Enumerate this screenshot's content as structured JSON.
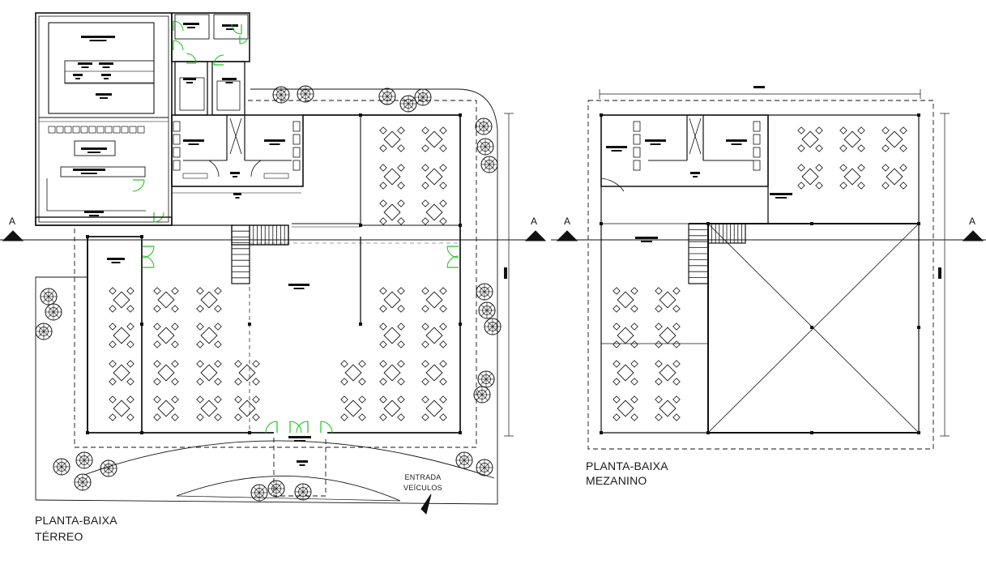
{
  "ground_floor": {
    "title_line1": "PLANTA-BAIXA",
    "title_line2": "TÉRREO",
    "entrance_line1": "ENTRADA",
    "entrance_line2": "VEÍCULOS"
  },
  "mezzanine": {
    "title_line1": "PLANTA-BAIXA",
    "title_line2": "MEZANINO"
  },
  "section_marks": {
    "a_left_1": "A",
    "a_right_1": "A",
    "a_left_2": "A",
    "a_right_2": "A"
  },
  "colors": {
    "line": "#111111",
    "door_swing": "#18c418",
    "background": "#ffffff"
  },
  "icons": [
    "table-set-icon",
    "tree-icon",
    "north-arrow-icon",
    "section-marker-icon",
    "stair-icon"
  ]
}
